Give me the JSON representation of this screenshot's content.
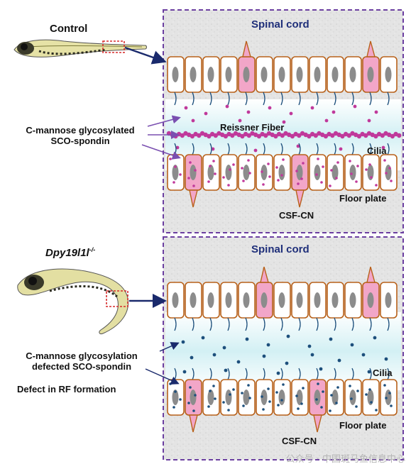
{
  "top": {
    "fish_label": "Control",
    "panel_title": "Spinal cord",
    "glyco_label_line1": "C-mannose glycosylated",
    "glyco_label_line2": "SCO-spondin",
    "reissner_label": "Reissner Fiber",
    "cilia_label": "Cilia",
    "floor_plate_label": "Floor plate",
    "csf_label": "CSF-CN"
  },
  "bottom": {
    "fish_label": "Dpy19l1l",
    "fish_superscript": "-/-",
    "panel_title": "Spinal cord",
    "defect_label_line1": "C-mannose glycosylation",
    "defect_label_line2": "defected SCO-spondin",
    "rf_defect_label": "Defect in RF formation",
    "cilia_label": "Cilia",
    "floor_plate_label": "Floor plate",
    "csf_label": "CSF-CN"
  },
  "watermark": "公众号 · 中国斑马鱼信息中心",
  "colors": {
    "panel_border": "#6b3fa0",
    "cell_border": "#b8611a",
    "nucleus": "#8c8c8c",
    "csf_cell": "#f2a6c8",
    "glyco_dot": "#c0399b",
    "defect_dot": "#1d4f7c",
    "arrow": "#1a2a6c",
    "canal": "#d6f1f4"
  },
  "icons": [
    "zebrafish-larva-control",
    "zebrafish-larva-mutant",
    "arrow-right-icon"
  ]
}
